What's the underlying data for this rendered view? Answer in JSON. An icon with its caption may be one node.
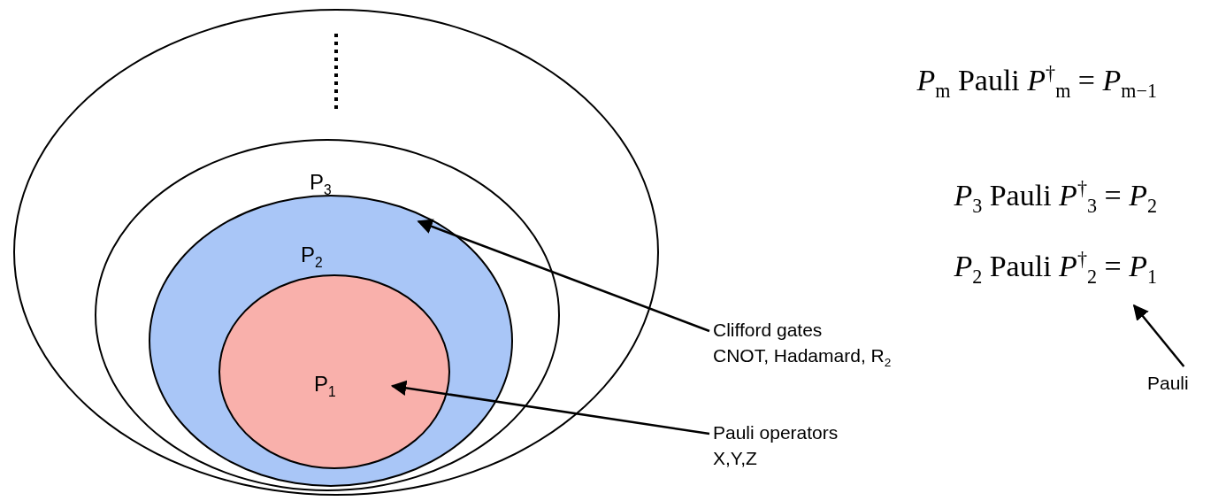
{
  "diagram": {
    "nodes": [
      {
        "text": [],
        "shape": "ellipse"
      },
      {
        "text": [
          "P$_{3}$"
        ],
        "in": 0
      },
      {
        "text": [
          "P$_{2}$"
        ],
        "in": 1
      },
      {
        "text": [
          "P$_{1}$"
        ],
        "in": 2
      },
      {
        "text": [
          "Clifford gates",
          "CNOT, Hadamard, R$_{2}$"
        ]
      },
      {
        "text": [
          "Pauli operators",
          "X,Y,Z"
        ]
      },
      {
        "text": [
          "Pauli"
        ]
      }
    ],
    "edges": [
      {
        "from": 4,
        "to": 2,
        "arrow": "to"
      },
      {
        "from": 5,
        "to": 3,
        "arrow": "to"
      },
      {
        "from": 6,
        "to": null,
        "arrow": "to"
      }
    ],
    "labels": [
      "*P*$_{m}$ Pauli *P*$^{†}$$_{m}$ = *P*$_{m−1}$",
      "*P*$_{3}$ Pauli *P*$^{†}$$_{3}$ = *P*$_{2}$",
      "*P*$_{2}$ Pauli *P*$^{†}$$_{2}$ = *P*$_{1}$"
    ]
  }
}
